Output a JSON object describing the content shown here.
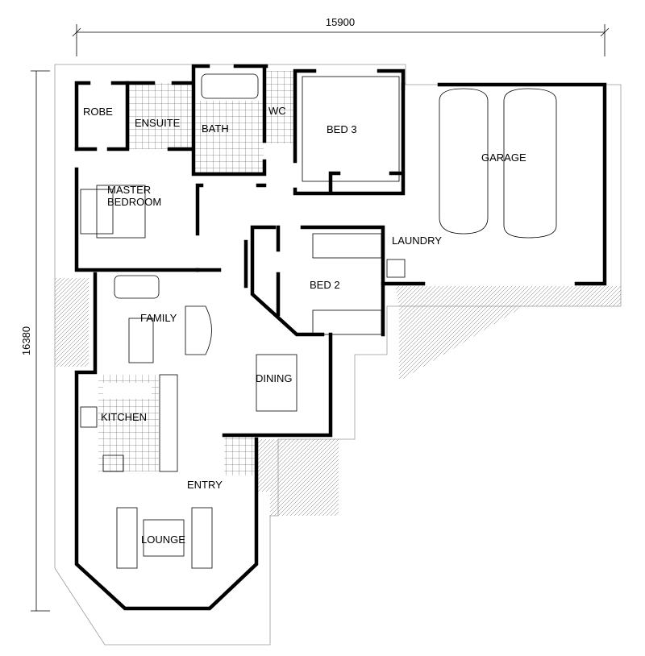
{
  "dimensions": {
    "width_label": "15900",
    "height_label": "16380"
  },
  "rooms": {
    "robe": "ROBE",
    "ensuite": "ENSUITE",
    "bath": "BATH",
    "wc": "WC",
    "bed3": "BED 3",
    "garage": "GARAGE",
    "master_line1": "MASTER",
    "master_line2": "BEDROOM",
    "laundry": "LAUNDRY",
    "bed2": "BED 2",
    "family": "FAMILY",
    "dining": "DINING",
    "kitchen": "KITCHEN",
    "entry": "ENTRY",
    "lounge": "LOUNGE"
  }
}
